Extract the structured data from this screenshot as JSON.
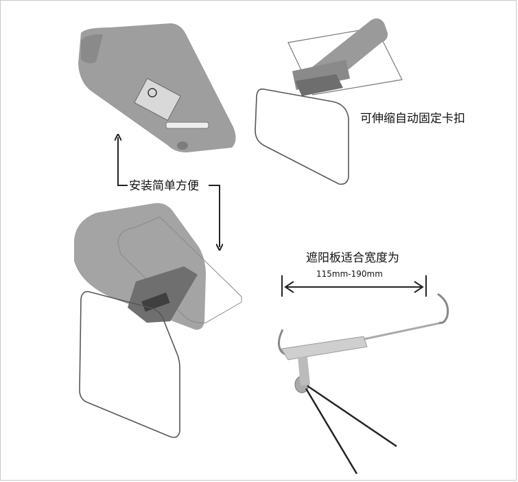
{
  "labels": {
    "clip": "可伸缩自动固定卡扣",
    "install": "安装简单方便",
    "fit": "遮阳板适合宽度为",
    "range": "115mm-190mm"
  },
  "colors": {
    "visor_gray": "#9e9e9e",
    "visor_dark": "#7d7d7d",
    "bracket": "#8a8a8a",
    "lens_outline": "#555555",
    "arrow": "#222222"
  }
}
